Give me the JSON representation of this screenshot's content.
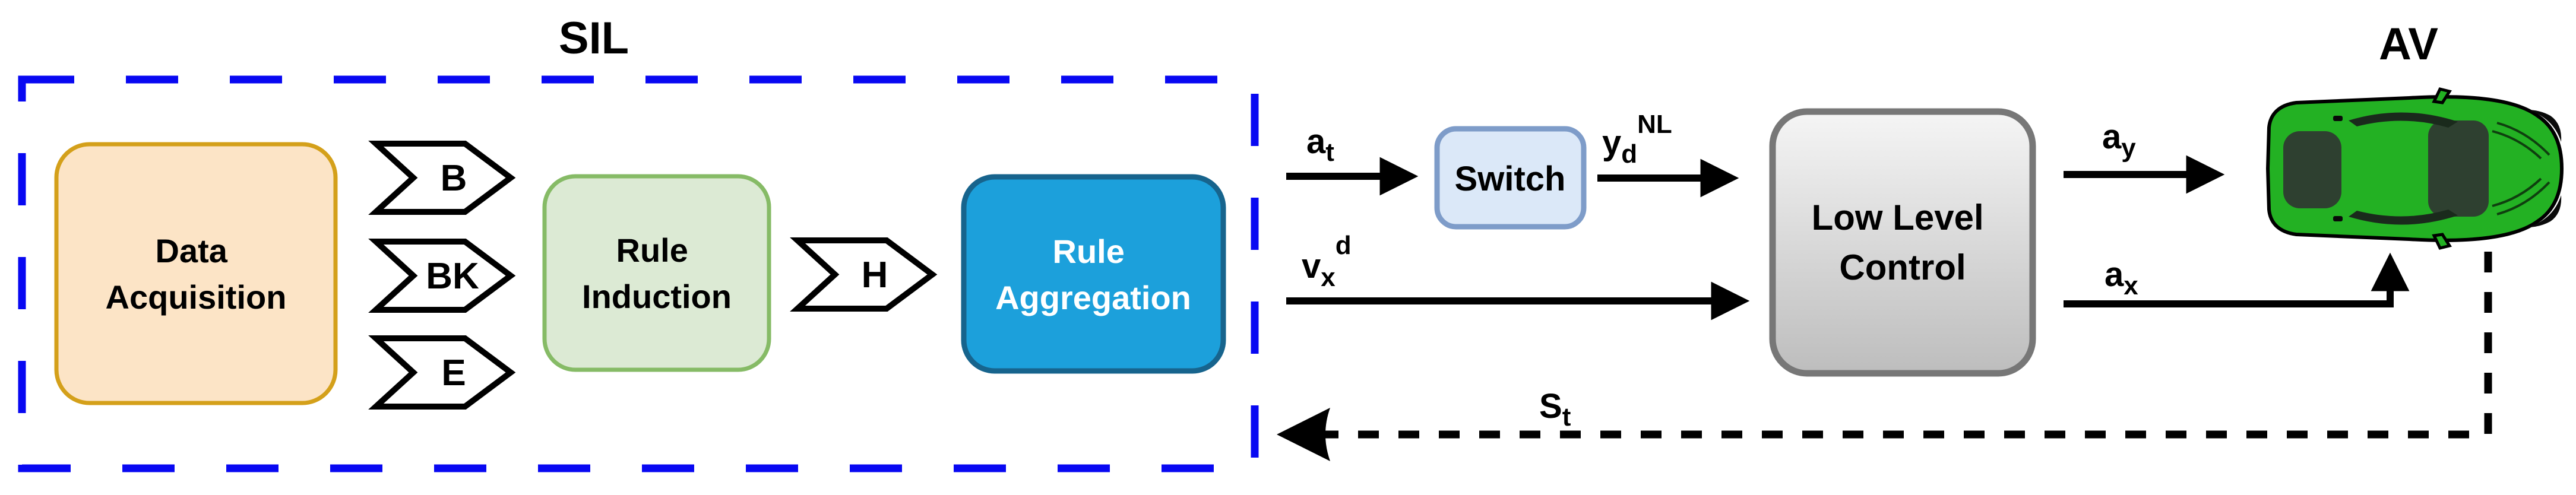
{
  "diagram": {
    "sil_label": "SIL",
    "av_label": "AV",
    "blocks": {
      "data_acquisition": {
        "line1": "Data",
        "line2": "Acquisition"
      },
      "rule_induction": {
        "line1": "Rule",
        "line2": "Induction"
      },
      "rule_aggregation": {
        "line1": "Rule",
        "line2": "Aggregation"
      },
      "switch_block": {
        "label": "Switch"
      },
      "low_level_control": {
        "line1": "Low Level",
        "line2": "Control"
      }
    },
    "connectors": {
      "b": "B",
      "bk": "BK",
      "e": "E",
      "h": "H"
    },
    "signals": {
      "a_t": {
        "base": "a",
        "sub": "t"
      },
      "y_d_nl": {
        "base": "y",
        "sub": "d",
        "sup": "NL"
      },
      "v_x_d": {
        "base": "v",
        "sub": "x",
        "sup": "d"
      },
      "a_y": {
        "base": "a",
        "sub": "y"
      },
      "a_x": {
        "base": "a",
        "sub": "x"
      },
      "s_t": {
        "base": "S",
        "sub": "t"
      }
    },
    "colors": {
      "sil_border": "#0808F2",
      "arrow": "#000000",
      "feedback": "#000000",
      "data_acquisition_fill": "#FCE4C6",
      "data_acquisition_border": "#D4A01A",
      "rule_induction_fill": "#DCEAD4",
      "rule_induction_border": "#86BB66",
      "rule_aggregation_fill": "#1CA0DB",
      "rule_aggregation_border": "#17648D",
      "switch_fill": "#DBE8F8",
      "switch_border": "#7E9CC9",
      "llc_fill_top": "#F5F5F5",
      "llc_fill_bottom": "#BDBDBD",
      "llc_border": "#777777",
      "chevron_fill": "#FFFFFF",
      "chevron_border": "#000000",
      "car_body": "#23B123",
      "car_window": "#2E4030",
      "car_outline": "#000000"
    }
  }
}
